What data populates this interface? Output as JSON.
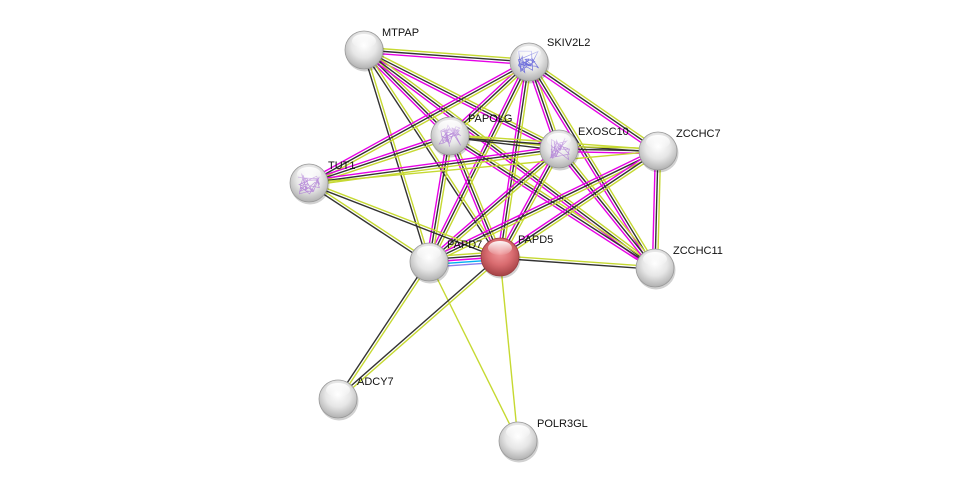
{
  "title": "Protein interaction network",
  "colors": {
    "background": "#ffffff",
    "text_mining": "#c6d932",
    "coexpression": "#333333",
    "experiments": "#e600e6",
    "database": "#00b0f0",
    "homology": "#8a7ef0",
    "node_default": "#e0e0e0",
    "node_query": "#d0686c"
  },
  "nodes": [
    {
      "id": "MTPAP",
      "label": "MTPAP",
      "query": false,
      "structure": false
    },
    {
      "id": "SKIV2L2",
      "label": "SKIV2L2",
      "query": false,
      "structure": true,
      "structure_color": "#5a5ad8"
    },
    {
      "id": "PAPOLG",
      "label": "PAPOLG",
      "query": false,
      "structure": true,
      "structure_color": "#b07fd6"
    },
    {
      "id": "EXOSC10",
      "label": "EXOSC10",
      "query": false,
      "structure": true,
      "structure_color": "#b07fd6"
    },
    {
      "id": "ZCCHC7",
      "label": "ZCCHC7",
      "query": false,
      "structure": false
    },
    {
      "id": "TUT1",
      "label": "TUT1",
      "query": false,
      "structure": true,
      "structure_color": "#b07fd6"
    },
    {
      "id": "PAPD7",
      "label": "PAPD7",
      "query": false,
      "structure": false
    },
    {
      "id": "PAPD5",
      "label": "PAPD5",
      "query": true,
      "structure": false
    },
    {
      "id": "ZCCHC11",
      "label": "ZCCHC11",
      "query": false,
      "structure": false
    },
    {
      "id": "ADCY7",
      "label": "ADCY7",
      "query": false,
      "structure": false
    },
    {
      "id": "POLR3GL",
      "label": "POLR3GL",
      "query": false,
      "structure": false
    }
  ],
  "edges": [
    {
      "a": "MTPAP",
      "b": "SKIV2L2",
      "types": [
        "text_mining",
        "coexpression",
        "experiments"
      ]
    },
    {
      "a": "MTPAP",
      "b": "PAPOLG",
      "types": [
        "text_mining",
        "coexpression",
        "experiments"
      ]
    },
    {
      "a": "MTPAP",
      "b": "EXOSC10",
      "types": [
        "text_mining",
        "coexpression",
        "experiments"
      ]
    },
    {
      "a": "MTPAP",
      "b": "PAPD7",
      "types": [
        "text_mining",
        "coexpression"
      ]
    },
    {
      "a": "MTPAP",
      "b": "PAPD5",
      "types": [
        "text_mining",
        "coexpression"
      ]
    },
    {
      "a": "MTPAP",
      "b": "ZCCHC11",
      "types": [
        "text_mining",
        "coexpression",
        "experiments"
      ]
    },
    {
      "a": "SKIV2L2",
      "b": "PAPOLG",
      "types": [
        "text_mining",
        "coexpression",
        "experiments"
      ]
    },
    {
      "a": "SKIV2L2",
      "b": "EXOSC10",
      "types": [
        "text_mining",
        "coexpression",
        "experiments"
      ]
    },
    {
      "a": "SKIV2L2",
      "b": "ZCCHC7",
      "types": [
        "text_mining",
        "coexpression",
        "experiments"
      ]
    },
    {
      "a": "SKIV2L2",
      "b": "TUT1",
      "types": [
        "text_mining",
        "coexpression",
        "experiments"
      ]
    },
    {
      "a": "SKIV2L2",
      "b": "PAPD7",
      "types": [
        "text_mining",
        "coexpression",
        "experiments"
      ]
    },
    {
      "a": "SKIV2L2",
      "b": "PAPD5",
      "types": [
        "text_mining",
        "coexpression",
        "experiments"
      ]
    },
    {
      "a": "SKIV2L2",
      "b": "ZCCHC11",
      "types": [
        "text_mining",
        "coexpression",
        "experiments"
      ]
    },
    {
      "a": "PAPOLG",
      "b": "EXOSC10",
      "types": [
        "text_mining",
        "coexpression"
      ]
    },
    {
      "a": "PAPOLG",
      "b": "ZCCHC7",
      "types": [
        "text_mining",
        "coexpression"
      ]
    },
    {
      "a": "PAPOLG",
      "b": "TUT1",
      "types": [
        "text_mining",
        "coexpression",
        "experiments"
      ]
    },
    {
      "a": "PAPOLG",
      "b": "PAPD7",
      "types": [
        "text_mining",
        "coexpression",
        "experiments"
      ]
    },
    {
      "a": "PAPOLG",
      "b": "PAPD5",
      "types": [
        "text_mining",
        "coexpression",
        "experiments"
      ]
    },
    {
      "a": "PAPOLG",
      "b": "ZCCHC11",
      "types": [
        "text_mining",
        "coexpression",
        "experiments"
      ]
    },
    {
      "a": "EXOSC10",
      "b": "ZCCHC7",
      "types": [
        "text_mining",
        "coexpression",
        "experiments"
      ]
    },
    {
      "a": "EXOSC10",
      "b": "TUT1",
      "types": [
        "text_mining",
        "coexpression",
        "experiments"
      ]
    },
    {
      "a": "EXOSC10",
      "b": "PAPD7",
      "types": [
        "text_mining",
        "coexpression",
        "experiments"
      ]
    },
    {
      "a": "EXOSC10",
      "b": "PAPD5",
      "types": [
        "text_mining",
        "coexpression",
        "experiments"
      ]
    },
    {
      "a": "EXOSC10",
      "b": "ZCCHC11",
      "types": [
        "text_mining",
        "coexpression",
        "experiments"
      ]
    },
    {
      "a": "ZCCHC7",
      "b": "TUT1",
      "types": [
        "text_mining"
      ]
    },
    {
      "a": "ZCCHC7",
      "b": "PAPD7",
      "types": [
        "text_mining",
        "coexpression",
        "experiments"
      ]
    },
    {
      "a": "ZCCHC7",
      "b": "PAPD5",
      "types": [
        "text_mining",
        "coexpression",
        "experiments"
      ]
    },
    {
      "a": "ZCCHC7",
      "b": "ZCCHC11",
      "types": [
        "text_mining",
        "coexpression",
        "experiments"
      ]
    },
    {
      "a": "TUT1",
      "b": "PAPD7",
      "types": [
        "text_mining",
        "coexpression"
      ]
    },
    {
      "a": "TUT1",
      "b": "PAPD5",
      "types": [
        "text_mining",
        "coexpression"
      ]
    },
    {
      "a": "PAPD7",
      "b": "PAPD5",
      "types": [
        "text_mining",
        "coexpression",
        "experiments",
        "database",
        "homology"
      ]
    },
    {
      "a": "PAPD7",
      "b": "ADCY7",
      "types": [
        "text_mining",
        "coexpression"
      ]
    },
    {
      "a": "PAPD7",
      "b": "POLR3GL",
      "types": [
        "text_mining"
      ]
    },
    {
      "a": "PAPD5",
      "b": "ZCCHC11",
      "types": [
        "text_mining",
        "coexpression"
      ]
    },
    {
      "a": "PAPD5",
      "b": "ADCY7",
      "types": [
        "text_mining",
        "coexpression"
      ]
    },
    {
      "a": "PAPD5",
      "b": "POLR3GL",
      "types": [
        "text_mining"
      ]
    }
  ]
}
